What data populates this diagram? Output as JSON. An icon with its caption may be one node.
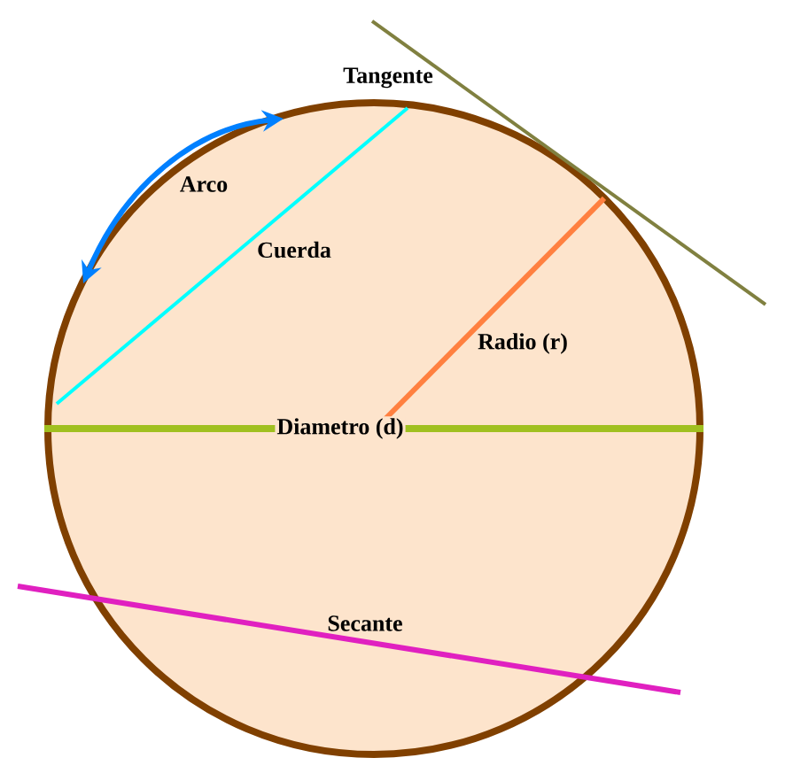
{
  "diagram": {
    "labels": [
      "Tangente",
      "Arco",
      "Cuerda",
      "Radio (r)",
      "Diametro (d)",
      "Secante"
    ]
  }
}
